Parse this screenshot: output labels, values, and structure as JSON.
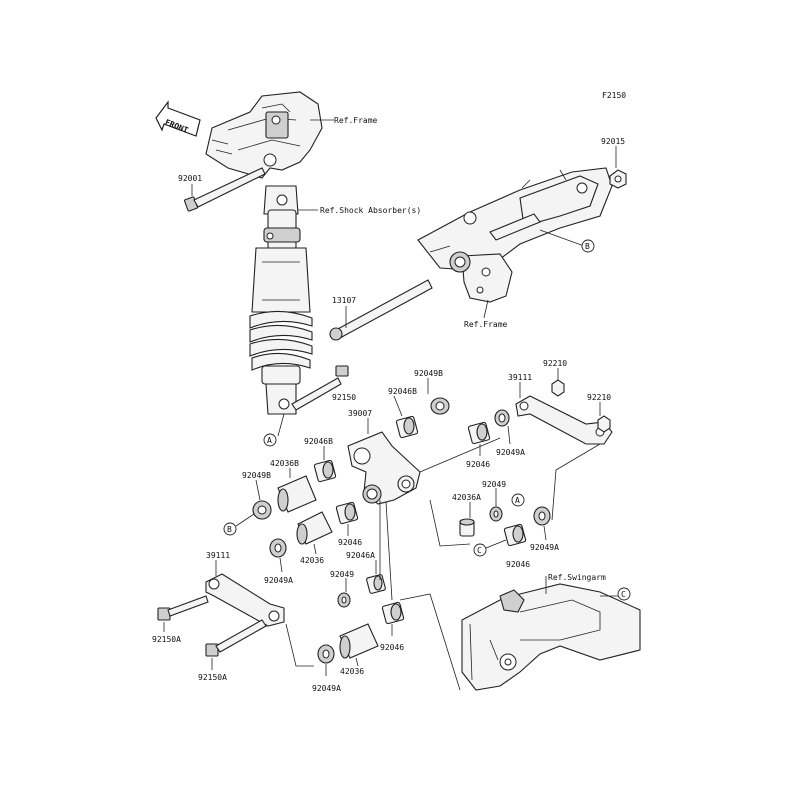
{
  "figure_code": "F2150",
  "front_label": "FRONT",
  "refs": {
    "frame_top": "Ref.Frame",
    "shock_absorber": "Ref.Shock Absorber(s)",
    "frame_mid": "Ref.Frame",
    "swingarm": "Ref.Swingarm"
  },
  "callouts": {
    "a": "A",
    "b": "B",
    "c": "C"
  },
  "parts": {
    "p92001": "92001",
    "p92015": "92015",
    "p13107": "13107",
    "p92150": "92150",
    "p92049B_top": "92049B",
    "p92046B_top": "92046B",
    "p39007": "39007",
    "p92046B_left": "92046B",
    "p42036B": "42036B",
    "p92049B_left": "92049B",
    "p39111_right": "39111",
    "p92210_top": "92210",
    "p92210_right": "92210",
    "p92046_mid": "92046",
    "p92049A_mid": "92049A",
    "p92049_mid": "92049",
    "p42036A": "42036A",
    "p92046_c": "92046",
    "p92049A_right": "92049A",
    "p92046_lower": "92046",
    "p42036_mid": "42036",
    "p92049A_left": "92049A",
    "p92046A": "92046A",
    "p92049_low": "92049",
    "p39111_left": "39111",
    "p92150A_top": "92150A",
    "p92150A_bottom": "92150A",
    "p42036_bottom": "42036",
    "p92046_bottom": "92046",
    "p92049A_bottom": "92049A"
  }
}
